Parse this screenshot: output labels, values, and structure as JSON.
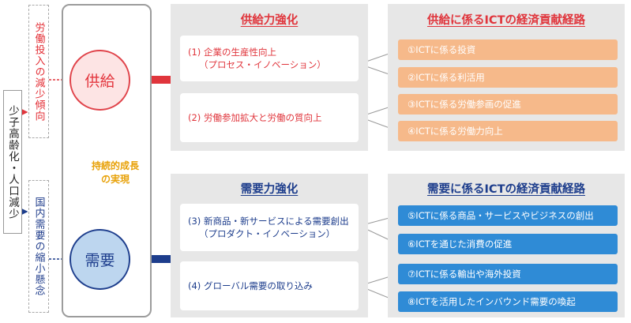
{
  "left_label": "少子高齢化・人口減少",
  "supply_trend": "労働投入の減少傾向",
  "demand_trend": "国内需要の縮小懸念",
  "supply_circle": "供給",
  "demand_circle": "需要",
  "growth_line1": "持続的成長",
  "growth_line2": "の実現",
  "supply_section": {
    "title": "供給力強化",
    "items": [
      {
        "line1": "(1) 企業の生産性向上",
        "line2": "（プロセス・イノベーション）"
      },
      {
        "line1": "(2) 労働参加拡大と労働の質向上",
        "line2": ""
      }
    ]
  },
  "demand_section": {
    "title": "需要力強化",
    "items": [
      {
        "line1": "(3) 新商品・新サービスによる需要創出",
        "line2": "（プロダクト・イノベーション）"
      },
      {
        "line1": "(4) グローバル需要の取り込み",
        "line2": ""
      }
    ]
  },
  "supply_paths": {
    "title": "供給に係るICTの経済貢献経路",
    "items": [
      "①ICTに係る投資",
      "②ICTに係る利活用",
      "③ICTに係る労働参画の促進",
      "④ICTに係る労働力向上"
    ]
  },
  "demand_paths": {
    "title": "需要に係るICTの経済貢献経路",
    "items": [
      "⑤ICTに係る商品・サービスやビジネスの創出",
      "⑥ICTを通じた消費の促進",
      "⑦ICTに係る輸出や海外投資",
      "⑧ICTを活用したインバウンド需要の喚起"
    ]
  },
  "colors": {
    "supply": "#e0353c",
    "demand": "#1d3d8c",
    "supply_channel": "#f6b98a",
    "demand_channel": "#2f8bd6",
    "growth": "#f8d584"
  }
}
